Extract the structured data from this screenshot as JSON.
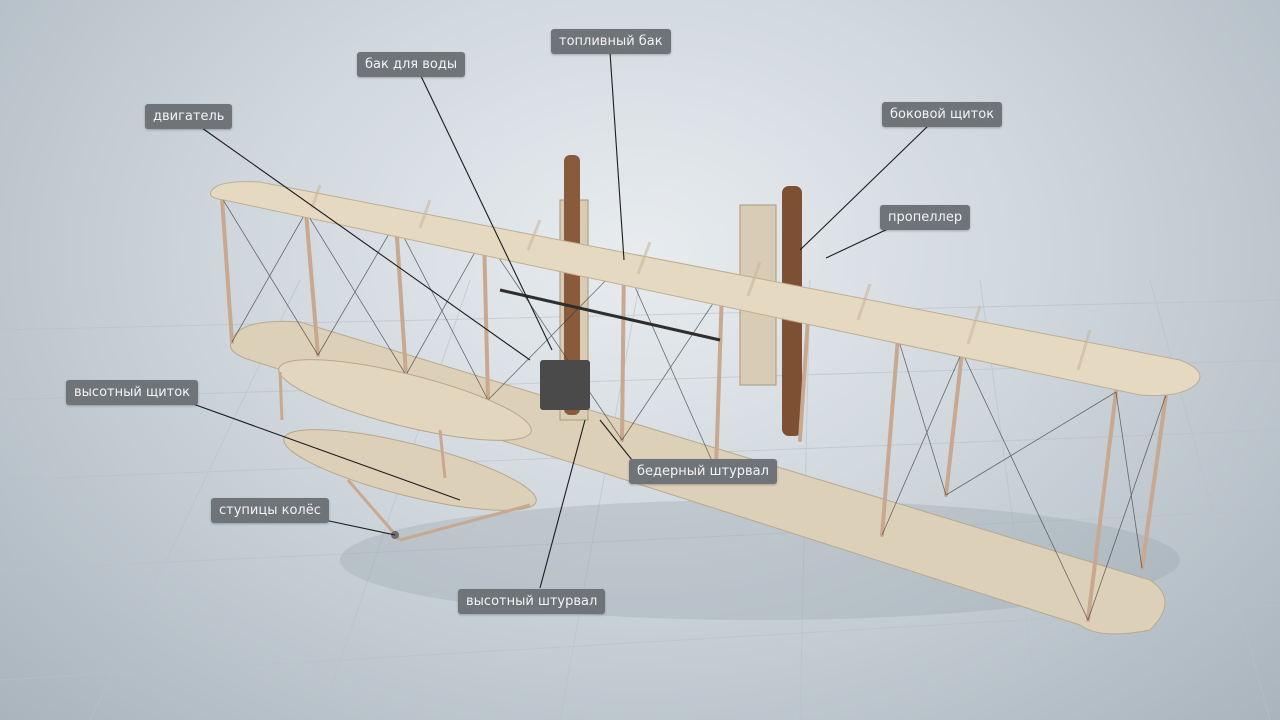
{
  "callouts": {
    "engine": "двигатель",
    "water_tank": "бак для воды",
    "fuel_tank": "топливный бак",
    "side_flap": "боковой щиток",
    "propeller": "пропеллер",
    "elevator_flap": "высотный щиток",
    "hip_control": "бедерный штурвал",
    "wheel_hubs": "ступицы колёс",
    "elevator_control": "высотный штурвал"
  },
  "colors": {
    "callout_bg": "#6f7479",
    "callout_text": "#f4f4f4",
    "wing_fabric": "#e6d9c2",
    "wood": "#8a5a3c",
    "floor": "#c9d2d9"
  }
}
